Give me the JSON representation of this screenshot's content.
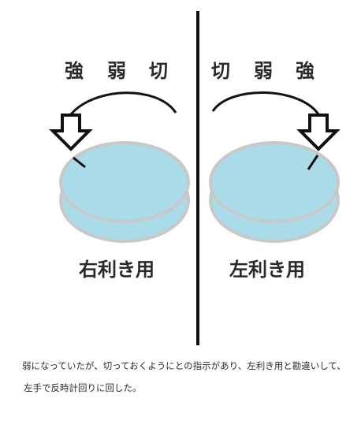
{
  "left_panel": {
    "scale": [
      "強",
      "弱",
      "切"
    ],
    "hand_label": "右利き用"
  },
  "right_panel": {
    "scale": [
      "切",
      "弱",
      "強"
    ],
    "hand_label": "左利き用"
  },
  "caption": {
    "line1": "弱になっていたが、切っておくようにとの指示があり、左利き用と勘違いして、",
    "line2": "左手で反時計回りに回した。"
  },
  "colors": {
    "dial_fill": "#a9dbe9",
    "dial_rim": "#c8c8c8",
    "line": "#111111"
  }
}
